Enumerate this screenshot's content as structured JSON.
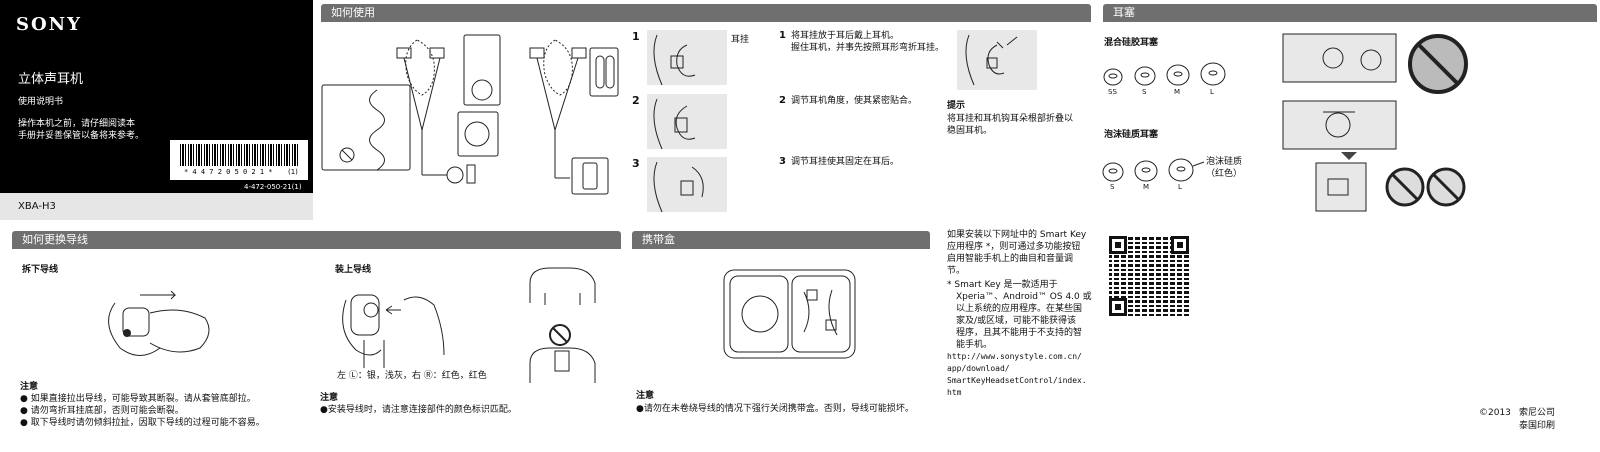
{
  "cover": {
    "brand": "SONY",
    "product_title": "立体声耳机",
    "manual_label": "使用说明书",
    "notice_line1": "操作本机之前，请仔细阅读本",
    "notice_line2": "手册并妥善保管以备将来参考。",
    "barcode_text": "* 4 4 7 2 0 5 0 2 1 *",
    "barcode_suffix": "(1)",
    "part_number": "4-472-050-21(1)",
    "model": "XBA-H3"
  },
  "how_to_use": {
    "header": "如何使用",
    "ear_hanger_label": "耳挂",
    "step_numbers": [
      "1",
      "2",
      "3"
    ],
    "step1_line1": "将耳挂放于耳后戴上耳机。",
    "step1_line2": "握住耳机，并事先按照耳形弯折耳挂。",
    "step2": "调节耳机角度，使其紧密贴合。",
    "step3": "调节耳挂使其固定在耳后。",
    "hint_title": "提示",
    "hint_line1": "将耳挂和耳机钩耳朵根部折叠以",
    "hint_line2": "稳固耳机。"
  },
  "earbuds": {
    "header": "耳塞",
    "hybrid_title": "混合硅胶耳塞",
    "hybrid_sizes": [
      "SS",
      "S",
      "M",
      "L"
    ],
    "foam_title": "泡沫硅质耳塞",
    "foam_sizes": [
      "S",
      "M",
      "L"
    ],
    "foam_callout_line1": "泡沫硅质",
    "foam_callout_line2": "（红色）"
  },
  "replace_cord": {
    "header": "如何更换导线",
    "remove_title": "拆下导线",
    "attach_title": "装上导线",
    "color_note": "左 Ⓛ：银，浅灰，右 Ⓡ：红色，红色",
    "note_title": "注意",
    "notes": [
      "如果直接拉出导线，可能导致其断裂。请从套管底部拉。",
      "请勿弯折耳挂底部，否则可能会断裂。",
      "取下导线时请勿倾斜拉扯，因取下导线的过程可能不容易。"
    ],
    "attach_note_title": "注意",
    "attach_note": "安装导线时，请注意连接部件的颜色标识匹配。"
  },
  "carry_case": {
    "header": "携带盒",
    "note_title": "注意",
    "note": "请勿在未卷绕导线的情况下强行关闭携带盒。否则，导线可能损坏。"
  },
  "smart_key": {
    "intro_line1": "如果安装以下网址中的 Smart Key",
    "intro_line2": "应用程序 *，则可通过多功能按钮",
    "intro_line3": "启用智能手机上的曲目和音量调",
    "intro_line4": "节。",
    "foot_line1": "* Smart Key 是一款适用于",
    "foot_line2": "Xperia™、Android™ OS 4.0 或",
    "foot_line3": "以上系统的应用程序。在某些国",
    "foot_line4": "家及/或区域，可能不能获得该",
    "foot_line5": "程序，且其不能用于不支持的智",
    "foot_line6": "能手机。",
    "url_line1": "http://www.sonystyle.com.cn/",
    "url_line2": "app/download/",
    "url_line3": "SmartKeyHeadsetControl/index.",
    "url_line4": "htm"
  },
  "footer": {
    "copyright": "©2013",
    "company": "索尼公司",
    "printed": "泰国印刷"
  }
}
